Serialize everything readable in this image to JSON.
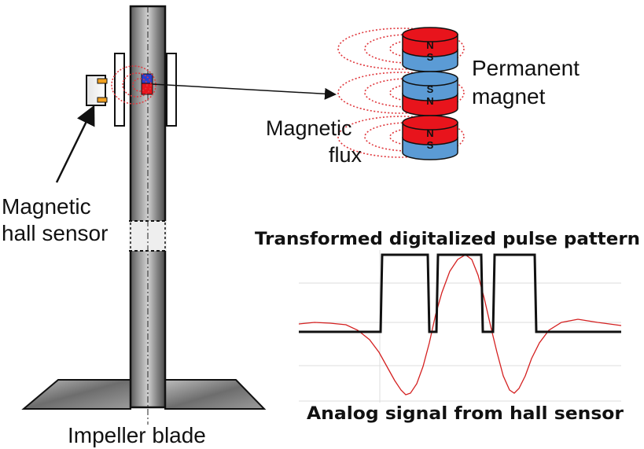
{
  "labels": {
    "hall_sensor_line1": "Magnetic",
    "hall_sensor_line2": "hall sensor",
    "impeller": "Impeller blade",
    "magnet_line1": "Permanent",
    "magnet_line2": "magnet",
    "flux_line1": "Magnetic",
    "flux_line2": "flux",
    "digital_title": "Transformed digitalized pulse pattern",
    "analog_title": "Analog signal from hall sensor"
  },
  "magnets": [
    {
      "top": "N",
      "bottom": "S"
    },
    {
      "top": "S",
      "bottom": "N"
    },
    {
      "top": "N",
      "bottom": "S"
    }
  ],
  "colors": {
    "north": "#e8141c",
    "south": "#5b9bd5",
    "flux": "#e0393e",
    "digital_signal": "#111111",
    "analog_signal": "#d42020",
    "sensor_tab": "#f0a020"
  }
}
